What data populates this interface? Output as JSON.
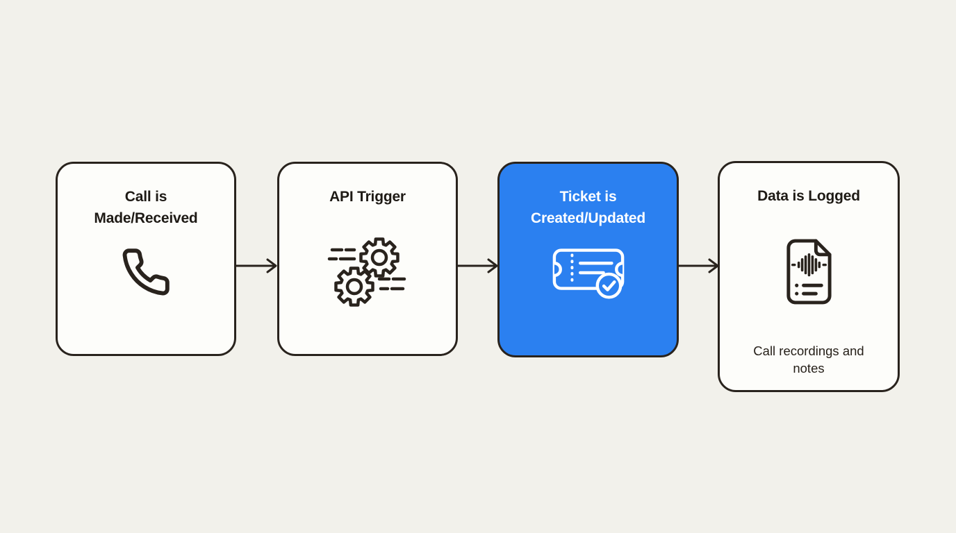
{
  "colors": {
    "background": "#f2f1eb",
    "card": "#fdfdfa",
    "border": "#29231d",
    "accent": "#2b80f0",
    "text": "#1e1a15",
    "text_on_accent": "#ffffff"
  },
  "flow": {
    "steps": [
      {
        "label": "Call is Made/Received",
        "icon": "phone-icon",
        "highlighted": false
      },
      {
        "label": "API Trigger",
        "icon": "gears-icon",
        "highlighted": false
      },
      {
        "label": "Ticket is Created/Updated",
        "icon": "ticket-check-icon",
        "highlighted": true
      },
      {
        "label": "Data is Logged",
        "icon": "document-audio-icon",
        "highlighted": false,
        "caption": "Call recordings and notes"
      }
    ]
  }
}
